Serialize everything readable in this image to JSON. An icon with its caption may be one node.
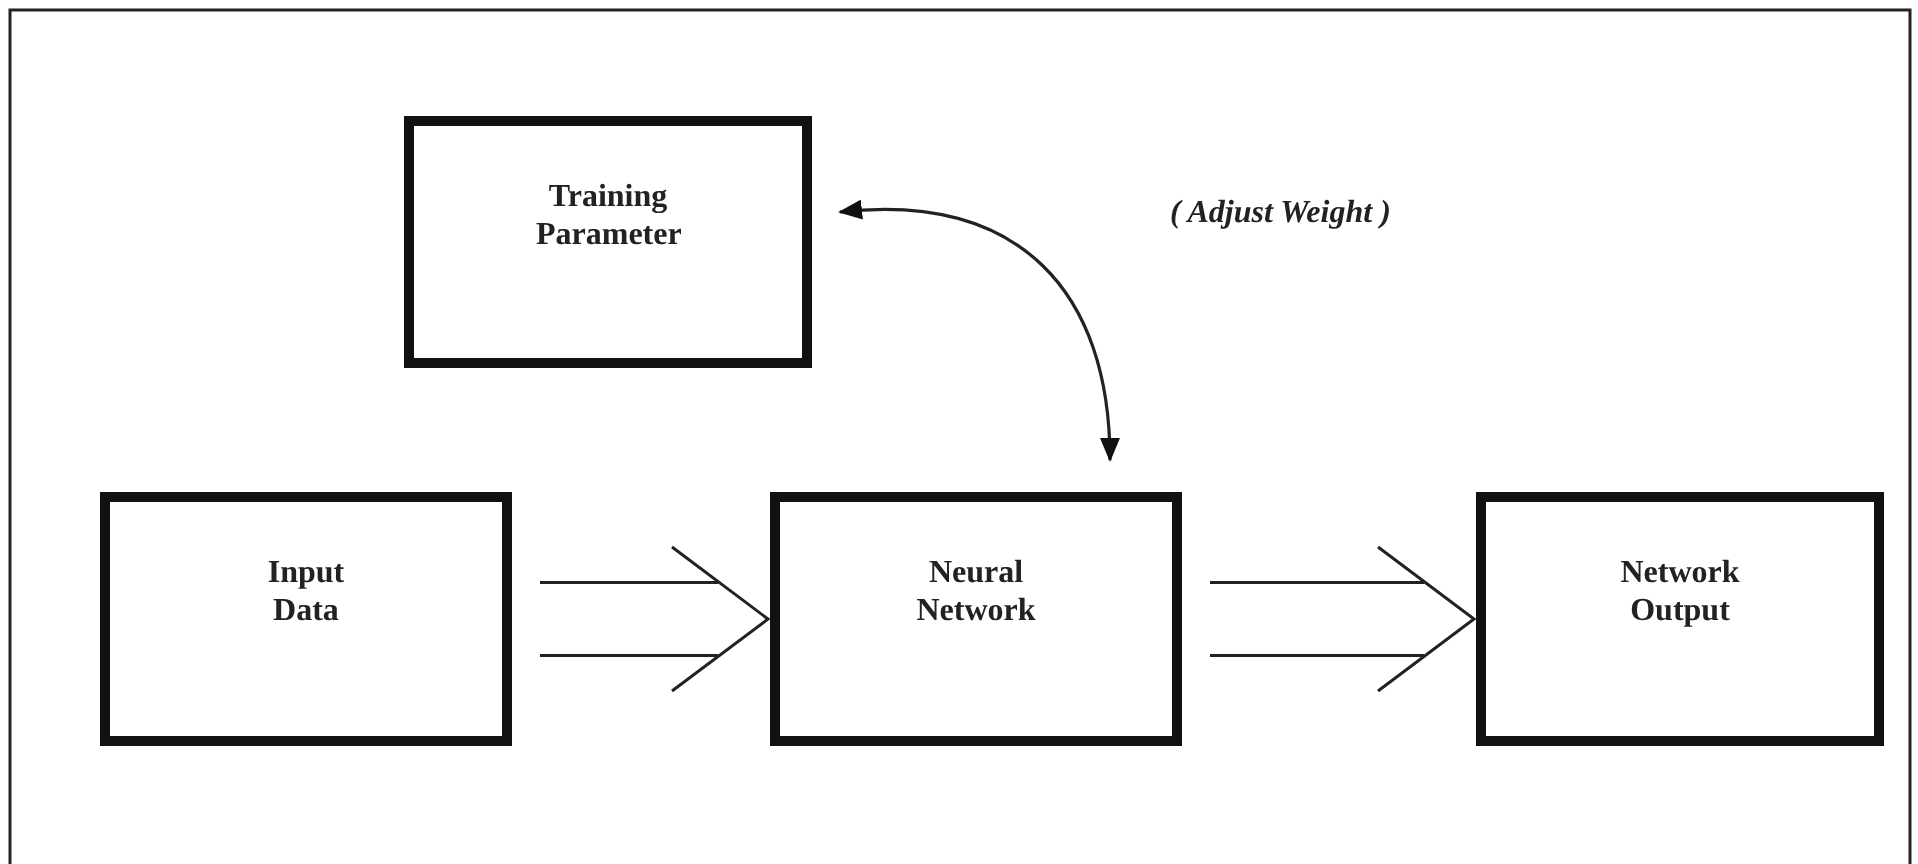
{
  "diagram": {
    "nodes": [
      {
        "text": [
          "Training Parameter"
        ]
      },
      {
        "text": [
          "Input Data"
        ]
      },
      {
        "text": [
          "Neural Network"
        ]
      },
      {
        "text": [
          "Network Output"
        ]
      }
    ],
    "edges": [
      {
        "from": 1,
        "to": 2,
        "arrow": "to"
      },
      {
        "from": 2,
        "to": 3,
        "arrow": "to"
      },
      {
        "from": 0,
        "to": 2,
        "arrow": "both"
      }
    ],
    "labels": [
      "( Adjust Weight )"
    ]
  }
}
